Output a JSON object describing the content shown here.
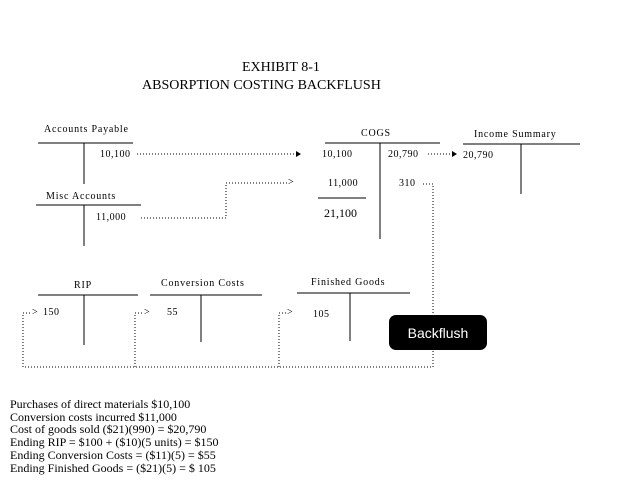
{
  "title": {
    "line1": "EXHIBIT 8-1",
    "line2": "ABSORPTION COSTING BACKFLUSH"
  },
  "accounts": {
    "accounts_payable": {
      "label": "Accounts Payable",
      "credit": "10,100"
    },
    "misc_accounts": {
      "label": "Misc Accounts",
      "credit": "11,000"
    },
    "cogs": {
      "label": "COGS",
      "debit1": "10,100",
      "debit2": "11,000",
      "debit_total": "21,100",
      "credit1": "20,790",
      "credit2": "310"
    },
    "income_summary": {
      "label": "Income Summary",
      "debit": "20,790"
    },
    "rip": {
      "label": "RIP",
      "debit": "150"
    },
    "conversion_costs": {
      "label": "Conversion Costs",
      "debit": "55"
    },
    "finished_goods": {
      "label": "Finished Goods",
      "debit": "105"
    }
  },
  "arrows": {
    "head": ">"
  },
  "backflush_button": "Backflush",
  "notes": [
    "Purchases of direct materials $10,100",
    "Conversion costs incurred $11,000",
    "Cost of goods sold ($21)(990) = $20,790",
    "Ending RIP = $100 + ($10)(5 units)  = $150",
    "Ending  Conversion Costs = ($11)(5) =  $55",
    "Ending Finished Goods = ($21)(5) = $ 105"
  ]
}
